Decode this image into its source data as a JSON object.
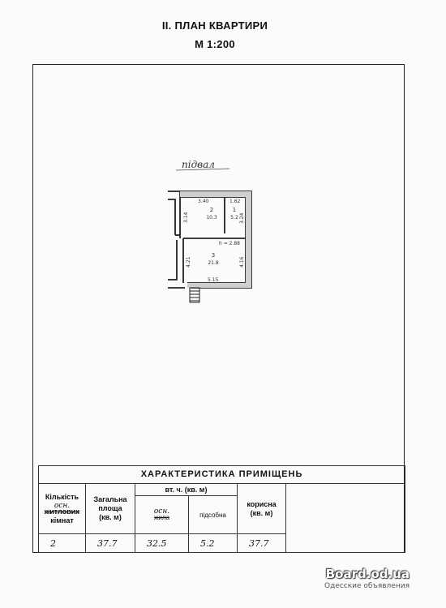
{
  "header": {
    "title": "II. ПЛАН КВАРТИРИ",
    "scale": "М 1:200"
  },
  "plan": {
    "floor_label": "підвал",
    "rooms": [
      {
        "number": "2",
        "area": "10.3"
      },
      {
        "number": "1",
        "area": "5.2"
      },
      {
        "number": "3",
        "area": "21.8"
      }
    ],
    "dimensions": {
      "top_left": "3.40",
      "top_right": "1.62",
      "left_upper": "3.14",
      "right_upper": "3.24",
      "height_mark": "h = 2.88",
      "left_lower": "4.21",
      "right_lower": "4.16",
      "bottom": "5.15"
    }
  },
  "characteristics": {
    "title": "ХАРАКТЕРИСТИКА ПРИМІЩЕНЬ",
    "columns": {
      "rooms_handwritten": "осн.",
      "rooms_line1": "Кількість",
      "rooms_line2": "житлових",
      "rooms_line3": "кімнат",
      "total_line1": "Загальна",
      "total_line2": "площа",
      "total_line3": "(кв. м)",
      "incl_group": "вт. ч. (кв. м)",
      "living_handwritten": "осн.",
      "living": "жила",
      "auxiliary": "підсобна",
      "useful_line1": "корисна",
      "useful_line2": "(кв. м)"
    },
    "row": {
      "rooms": "2",
      "total": "37.7",
      "living": "32.5",
      "auxiliary": "5.2",
      "useful": "37.7"
    }
  },
  "watermark": {
    "site": "Board.od.ua",
    "caption": "Одесские объявления"
  }
}
